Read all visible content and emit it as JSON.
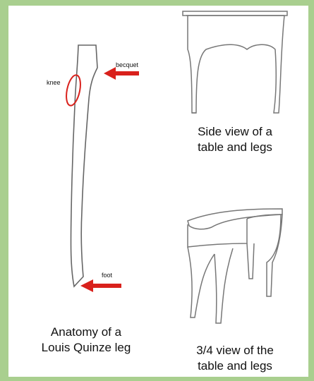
{
  "labels": {
    "knee": "knee",
    "becquet": "becquet",
    "foot": "foot"
  },
  "captions": {
    "leg_line1": "Anatomy of a",
    "leg_line2": "Louis Quinze leg",
    "side_line1": "Side view of a",
    "side_line2": "table and legs",
    "three_q_line1": "3/4 view of the",
    "three_q_line2": "table and legs"
  },
  "colors": {
    "frame": "#a9cf8f",
    "arrow": "#d9211c",
    "knee_outline": "#d9211c",
    "drawing": "#777777"
  }
}
